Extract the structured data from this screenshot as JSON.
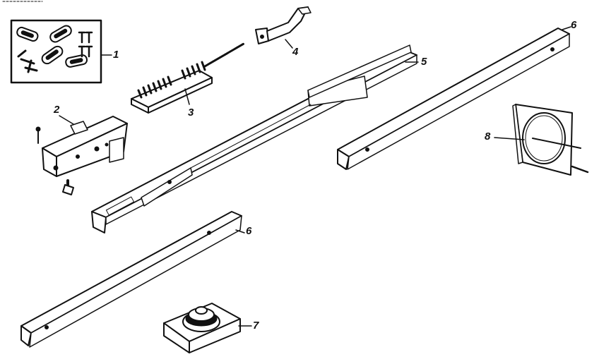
{
  "header_text": "",
  "parts": [
    {
      "id": "part-1",
      "name": "hardware-packet",
      "label": "1"
    },
    {
      "id": "part-2",
      "name": "door-bracket",
      "label": "2"
    },
    {
      "id": "part-3",
      "name": "trolley-spring",
      "label": "3"
    },
    {
      "id": "part-4",
      "name": "door-arm",
      "label": "4"
    },
    {
      "id": "part-5",
      "name": "rail-center",
      "label": "5"
    },
    {
      "id": "part-6a",
      "name": "rail-section-top",
      "label": "6"
    },
    {
      "id": "part-6b",
      "name": "rail-section-bottom",
      "label": "6"
    },
    {
      "id": "part-7",
      "name": "pulley-bracket",
      "label": "7"
    },
    {
      "id": "part-8",
      "name": "sprocket-cover",
      "label": "8"
    }
  ]
}
